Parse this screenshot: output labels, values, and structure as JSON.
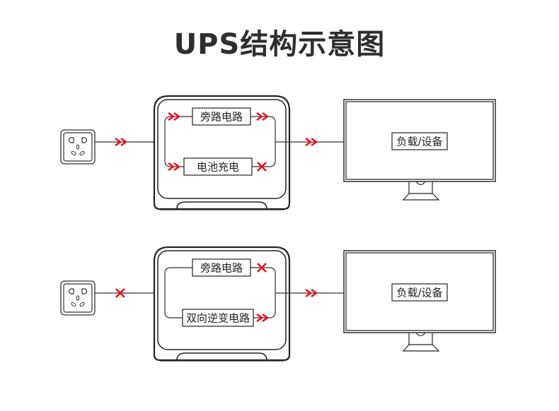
{
  "title": "UPS结构示意图",
  "colors": {
    "line": "#333333",
    "accent": "#e8141c"
  },
  "diagrams": [
    {
      "mode": "mains-power",
      "input_state": "flow",
      "top_path": {
        "label": "旁路电路",
        "in_state": "flow",
        "out_state": "flow"
      },
      "bottom_path": {
        "label": "电池充电",
        "in_state": "flow",
        "out_state": "blocked"
      },
      "output_state": "flow",
      "load_label": "负载/设备"
    },
    {
      "mode": "power-outage",
      "input_state": "blocked",
      "top_path": {
        "label": "旁路电路",
        "in_state": "none",
        "out_state": "blocked"
      },
      "bottom_path": {
        "label": "双向逆变电路",
        "in_state": "none",
        "out_state": "flow"
      },
      "output_state": "flow",
      "load_label": "负载/设备"
    }
  ]
}
